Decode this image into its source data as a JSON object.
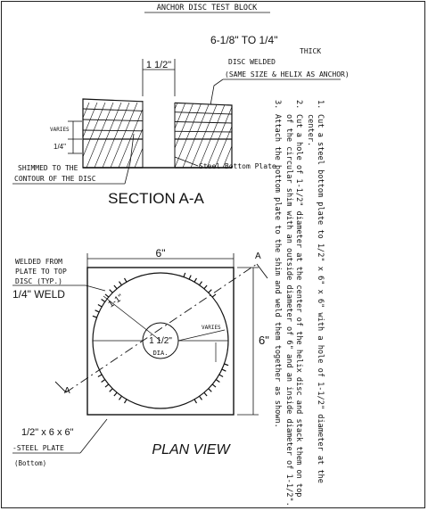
{
  "title": "ANCHOR DISC TEST BLOCK",
  "section_view": {
    "thickness_label": "6-1/8\" TO 1/4\"",
    "thick_word": "THICK",
    "disc_label_line1": "DISC WELDED",
    "disc_label_line2": "(SAME SIZE & HELIX AS ANCHOR)",
    "dim_top": "1 1/2\"",
    "varies_label": "VARIES",
    "dim_left": "1/4\"",
    "shim_label_line1": "SHIMMED TO THE",
    "shim_label_line2": "CONTOUR OF THE DISC",
    "bottom_plate_label": "Steel Bottom Plate",
    "caption": "SECTION A-A"
  },
  "plan_view": {
    "welded_label_line1": "WELDED FROM",
    "welded_label_line2": "PLATE TO TOP",
    "welded_label_line3": "DISC  (TYP.)",
    "weld_label": "1/4\" WELD",
    "width_dim": "6\"",
    "height_dim": "6\"",
    "inner_dim": "1-1\"",
    "hole_dim": "1 1/2\"",
    "dia_label": "DIA.",
    "varies_label": "VARIES",
    "section_marker": "A",
    "plate_label": "1/2\" x 6 x 6\"",
    "steel_plate_label": "-STEEL PLATE",
    "bottom_label": "(Bottom)",
    "caption": "PLAN VIEW"
  },
  "notes": [
    {
      "num": "1.",
      "text": "Cut a steel bottom plate to 1/2\" x 6\" x 6\" with a hole of 1-1/2\" diameter at the center."
    },
    {
      "num": "2.",
      "text": "Cut a hole of 1-1/2\" diameter at the center of the helix disc and stack them on top of the circular shim with an outside diameter of 6\" and an inside diameter of 1-1/2\"."
    },
    {
      "num": "3.",
      "text": "Attach the bottom plate to the shim and weld them together as shown."
    }
  ]
}
